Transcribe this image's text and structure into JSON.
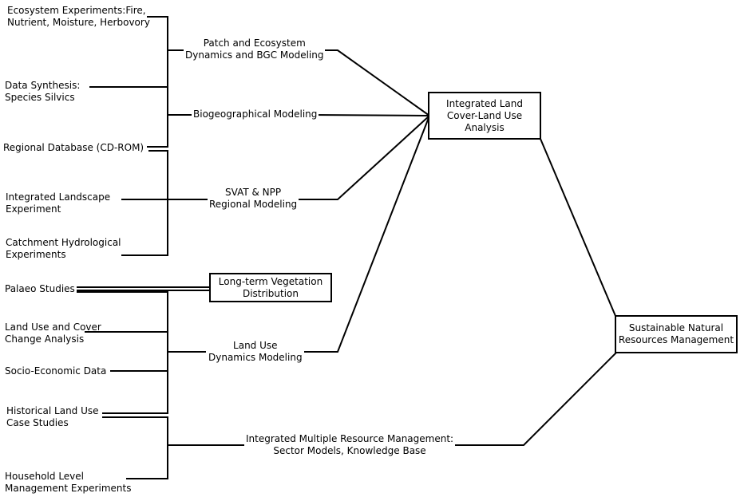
{
  "sources": {
    "ecosystem_experiments": [
      "Ecosystem Experiments:Fire,",
      "Nutrient, Moisture, Herbovory"
    ],
    "data_synthesis": [
      "Data Synthesis:",
      "Species Silvics"
    ],
    "regional_database": [
      "Regional Database (CD-ROM)"
    ],
    "integrated_landscape": [
      "Integrated Landscape",
      "Experiment"
    ],
    "catchment_hydrological": [
      "Catchment Hydrological",
      "Experiments"
    ],
    "palaeo_studies": [
      "Palaeo Studies"
    ],
    "land_use_cover_change": [
      "Land Use and Cover",
      "Change Analysis"
    ],
    "socio_economic": [
      "Socio-Economic Data"
    ],
    "historical_land_use": [
      "Historical Land Use",
      "Case Studies"
    ],
    "household_level": [
      "Household Level",
      "Management Experiments"
    ]
  },
  "models": {
    "patch_ecosystem": [
      "Patch and Ecosystem",
      "Dynamics and BGC Modeling"
    ],
    "biogeographical": [
      "Biogeographical Modeling"
    ],
    "svat_npp": [
      "SVAT & NPP",
      "Regional Modeling"
    ],
    "land_use_dynamics": [
      "Land Use",
      "Dynamics Modeling"
    ],
    "integrated_multiple": [
      "Integrated Multiple Resource Management:",
      "Sector Models, Knowledge Base"
    ]
  },
  "boxes": {
    "long_term_vegetation": [
      "Long-term Vegetation",
      "Distribution"
    ],
    "integrated_land_cover": [
      "Integrated Land",
      "Cover-Land Use",
      "Analysis"
    ],
    "sustainable_resources": [
      "Sustainable Natural",
      "Resources Management"
    ]
  }
}
